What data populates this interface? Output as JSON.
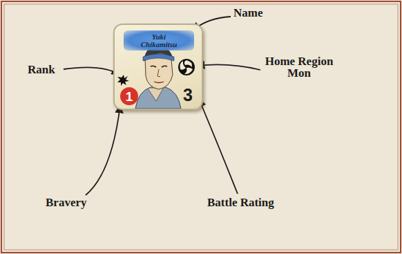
{
  "diagram": {
    "nodes": [
      {
        "text": [
          "3"
        ]
      },
      {
        "text": [
          "Yuki Chikamitsu"
        ],
        "in": 0
      },
      {
        "text": [
          "1"
        ],
        "in": 0
      }
    ],
    "labels": [
      "Name",
      "Rank",
      "Home Region Mon",
      "Bravery",
      "Battle Rating"
    ]
  }
}
